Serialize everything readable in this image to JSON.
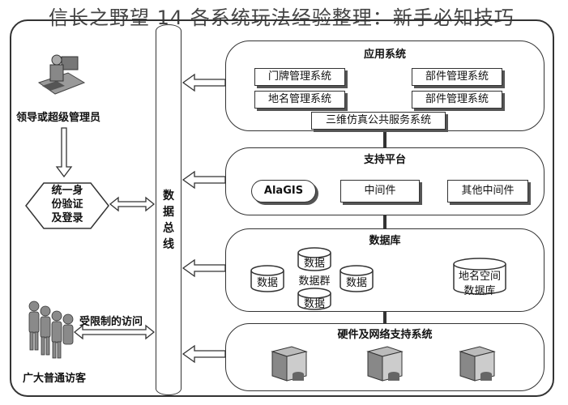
{
  "page_title": "信长之野望 14 各系统玩法经验整理：新手必知技巧",
  "left": {
    "admin_label": "领导或超级管理员",
    "auth_lines": [
      "统一身",
      "份验证",
      "及登录"
    ],
    "restricted_label": "受限制的访问",
    "visitors_label": "广大普通访客"
  },
  "bus": {
    "label_chars": [
      "数",
      "据",
      "总",
      "线"
    ]
  },
  "app_layer": {
    "title": "应用系统",
    "items": [
      "门牌管理系统",
      "部件管理系统",
      "地名管理系统",
      "部件管理系统",
      "三维仿真公共服务系统"
    ]
  },
  "support_layer": {
    "title": "支持平台",
    "items": [
      "AlaGIS",
      "中间件",
      "其他中间件"
    ]
  },
  "db_layer": {
    "title": "数据库",
    "items": [
      "数据",
      "数据",
      "数据群",
      "数据",
      "数据",
      "地名空间",
      "数据库"
    ]
  },
  "hw_layer": {
    "title": "硬件及网络支持系统"
  }
}
